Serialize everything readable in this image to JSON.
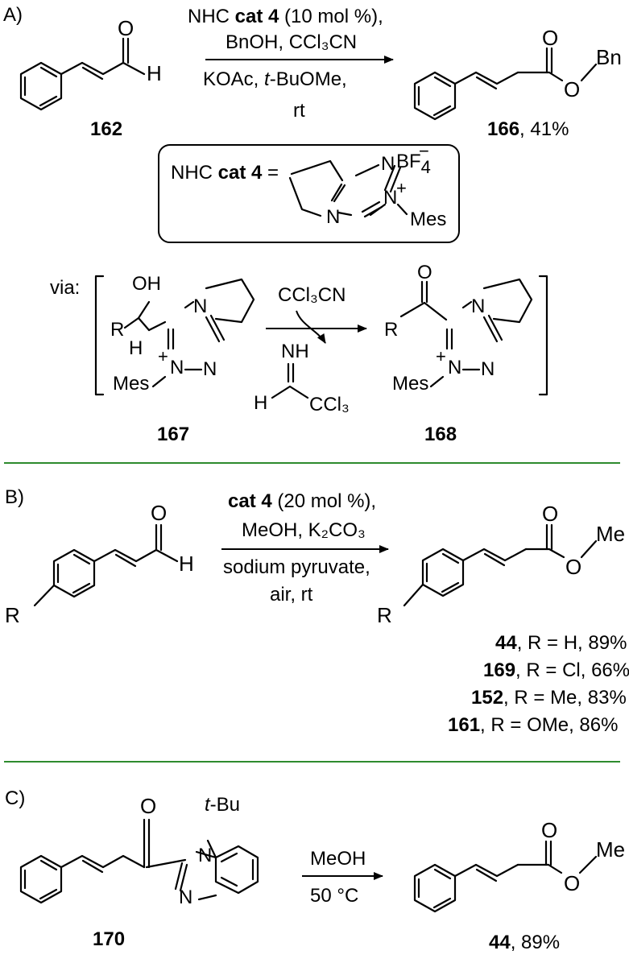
{
  "panels": {
    "a": {
      "label": "A)",
      "start_label": "162",
      "conditions": {
        "line1_pre": "NHC ",
        "line1_bold": "cat 4",
        "line1_post": " (10 mol %),",
        "line2": "BnOH, CCl₃CN",
        "line3_pre": "KOAc, ",
        "line3_italic": "t",
        "line3_post": "-BuOMe,",
        "line4": "rt"
      },
      "aldehyde_atoms": {
        "o": "O",
        "h": "H"
      },
      "product_atoms": {
        "o_carbonyl": "O",
        "o_ester": "O",
        "r": "Bn"
      },
      "product_label": "166",
      "product_yield": ", 41%",
      "catalyst": {
        "label_pre": "NHC ",
        "label_bold": "cat 4",
        "label_post": " =",
        "n1": "N",
        "n2": "N",
        "n3": "N",
        "plus": "+",
        "substituent": "Mes",
        "counterion": "BF",
        "counterion_sub": "4",
        "counterion_charge": "−"
      },
      "via": {
        "prefix": "via:",
        "int1": {
          "oh": "OH",
          "r": "R",
          "h": "H",
          "n_top": "N",
          "n_plus": "N",
          "n_bottom": "N",
          "plus": "+",
          "mes": "Mes",
          "label": "167"
        },
        "reagent_above": "CCl₃CN",
        "byproduct": {
          "nh": "NH",
          "h": "H",
          "ccl3": "CCl₃"
        },
        "int2": {
          "o": "O",
          "r": "R",
          "n_top": "N",
          "n_plus": "N",
          "n_bottom": "N",
          "plus": "+",
          "mes": "Mes",
          "label": "168"
        }
      }
    },
    "b": {
      "label": "B)",
      "conditions": {
        "line1_bold": "cat 4",
        "line1_post": " (20 mol %),",
        "line2": "MeOH, K₂CO₃",
        "line3": "sodium pyruvate,",
        "line4": "air, rt"
      },
      "aldehyde_atoms": {
        "o": "O",
        "h": "H",
        "r": "R"
      },
      "product_atoms": {
        "o_carbonyl": "O",
        "o_ester": "O",
        "me": "Me",
        "r": "R"
      },
      "results": [
        {
          "compound": "44",
          "detail": ", R = H, 89%"
        },
        {
          "compound": "169",
          "detail": ", R = Cl, 66%"
        },
        {
          "compound": "152",
          "detail": ", R = Me, 83%"
        },
        {
          "compound": "161",
          "detail": ", R = OMe, 86%"
        }
      ]
    },
    "c": {
      "label": "C)",
      "start_atoms": {
        "o": "O",
        "n_top": "N",
        "n_bottom": "N",
        "tbu_italic": "t",
        "tbu_rest": "-Bu"
      },
      "start_label": "170",
      "conditions": {
        "line1": "MeOH",
        "line2": "50 °C"
      },
      "product_atoms": {
        "o_carbonyl": "O",
        "o_ester": "O",
        "me": "Me"
      },
      "product_label": "44",
      "product_yield": ", 89%"
    }
  },
  "colors": {
    "divider": "#2e8b2e",
    "ink": "#000000"
  }
}
